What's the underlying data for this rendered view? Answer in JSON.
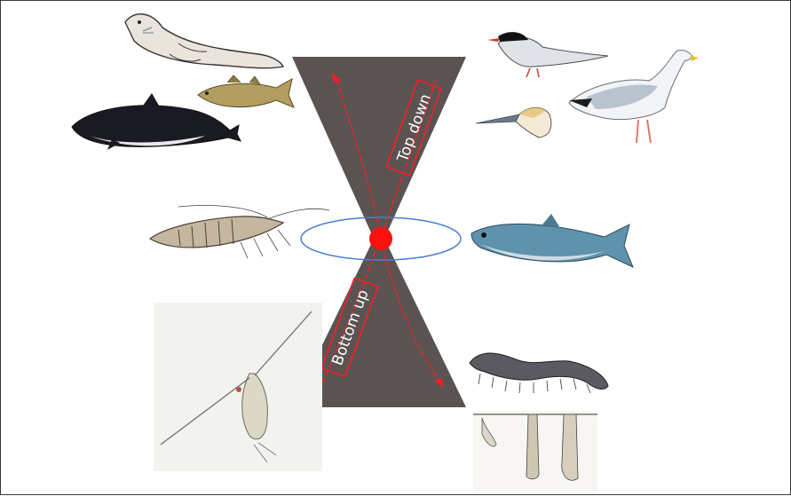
{
  "labels": {
    "top_down": "Top down",
    "bottom_up": "Bottom up"
  },
  "colors": {
    "hourglass": "#5a5352",
    "arrow": "#e8232a",
    "center_node": "#ff1010",
    "ring": "#4a7fd0",
    "background": "#ffffff"
  },
  "illustrations": {
    "left": [
      "seal",
      "fish-cod",
      "porpoise",
      "shrimp",
      "copepod"
    ],
    "right": [
      "tern",
      "gull",
      "gannet",
      "herring",
      "polychaete-worm",
      "tube-worms"
    ]
  }
}
